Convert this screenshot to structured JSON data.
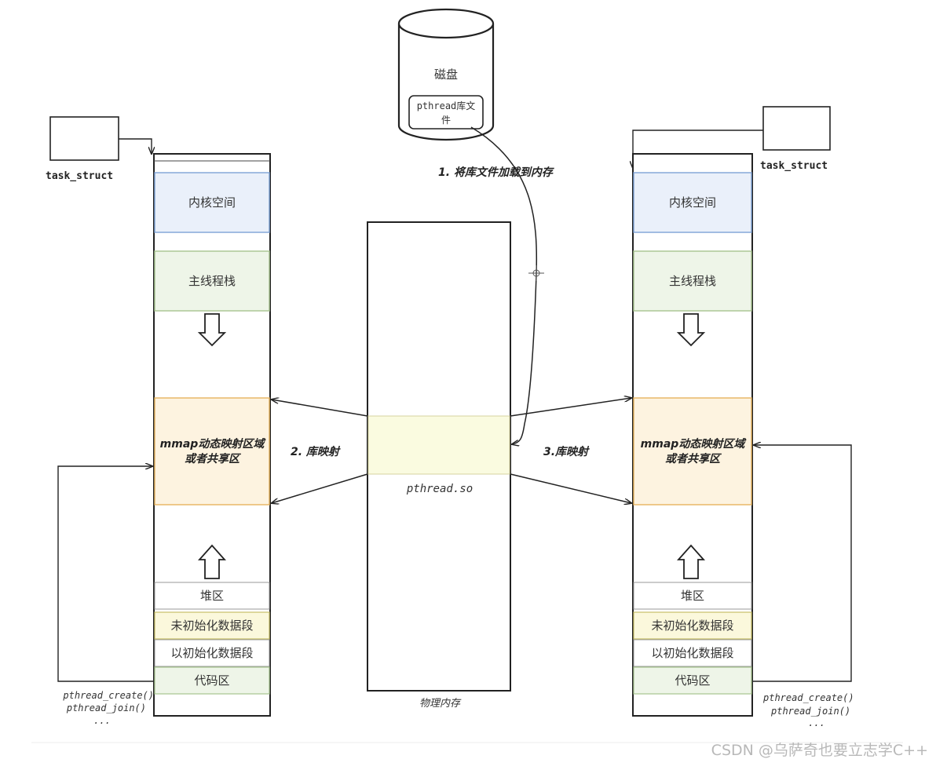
{
  "disk": {
    "label": "磁盘",
    "file_label_line1": "pthread库文",
    "file_label_line2": "件"
  },
  "left_process": {
    "task_struct": "task_struct",
    "kernel": "内核空间",
    "main_stack": "主线程栈",
    "mmap_line1": "mmap动态映射区域",
    "mmap_line2": "或者共享区",
    "heap": "堆区",
    "bss": "未初始化数据段",
    "data": "以初始化数据段",
    "code": "代码区",
    "calls": [
      "pthread_create()",
      "pthread_join()",
      "..."
    ]
  },
  "right_process": {
    "task_struct": "task_struct",
    "kernel": "内核空间",
    "main_stack": "主线程栈",
    "mmap_line1": "mmap动态映射区域",
    "mmap_line2": "或者共享区",
    "heap": "堆区",
    "bss": "未初始化数据段",
    "data": "以初始化数据段",
    "code": "代码区",
    "calls": [
      "pthread_create()",
      "pthread_join()",
      "..."
    ]
  },
  "physical_memory": {
    "label": "物理内存",
    "lib": "pthread.so"
  },
  "steps": {
    "load": "1. 将库文件加载到内存",
    "map_left": "2. 库映射",
    "map_right": "3.库映射"
  },
  "watermark": "CSDN @乌萨奇也要立志学C++",
  "colors": {
    "kernel_fill": "#eaf0fa",
    "kernel_stroke": "#7ea3d6",
    "stack_fill": "#eef5e8",
    "stack_stroke": "#a7c48f",
    "mmap_fill": "#fdf3e0",
    "mmap_stroke": "#e7b45f",
    "bss_fill": "#fbf8dc",
    "bss_stroke": "#c9bf68",
    "code_fill": "#eef5e8",
    "lib_fill": "#fafbe0"
  }
}
